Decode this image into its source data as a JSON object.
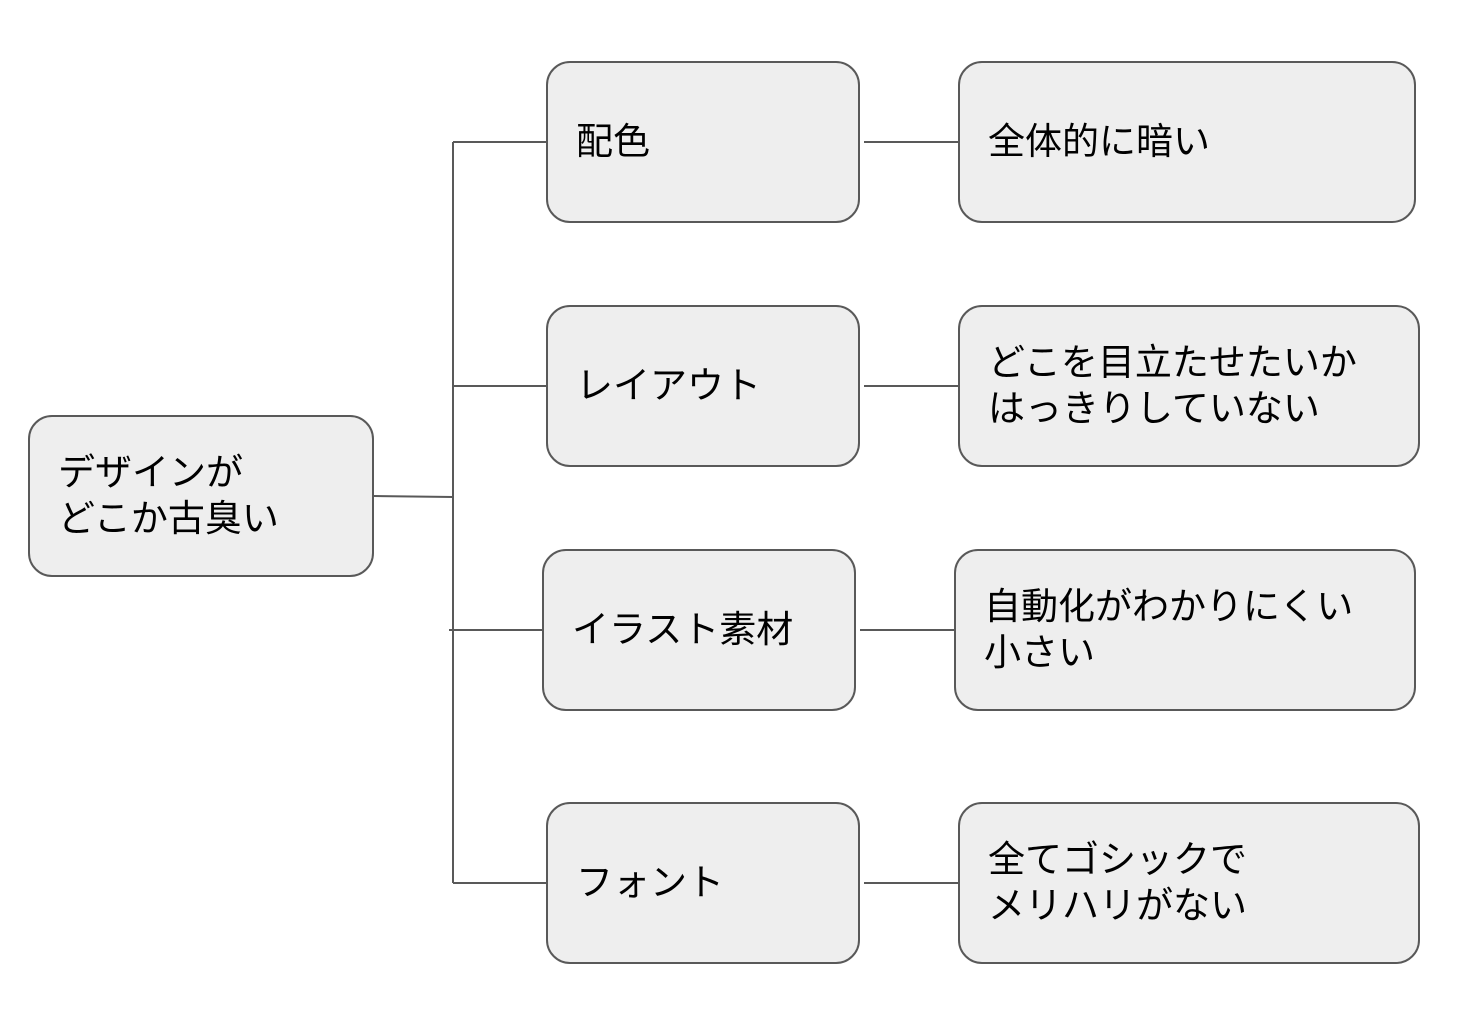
{
  "diagram": {
    "root": {
      "lines": [
        "デザインが",
        "どこか古臭い"
      ]
    },
    "categories": [
      {
        "label": "配色",
        "detail": [
          "全体的に暗い"
        ]
      },
      {
        "label": "レイアウト",
        "detail": [
          "どこを目立たせたいか",
          "はっきりしていない"
        ]
      },
      {
        "label": "イラスト素材",
        "detail": [
          "自動化がわかりにくい",
          "小さい"
        ]
      },
      {
        "label": "フォント",
        "detail": [
          "全てゴシックで",
          "メリハリがない"
        ]
      }
    ]
  },
  "colors": {
    "node_fill": "#eeeeee",
    "node_border": "#595959",
    "connector": "#595959",
    "text": "#000000"
  }
}
